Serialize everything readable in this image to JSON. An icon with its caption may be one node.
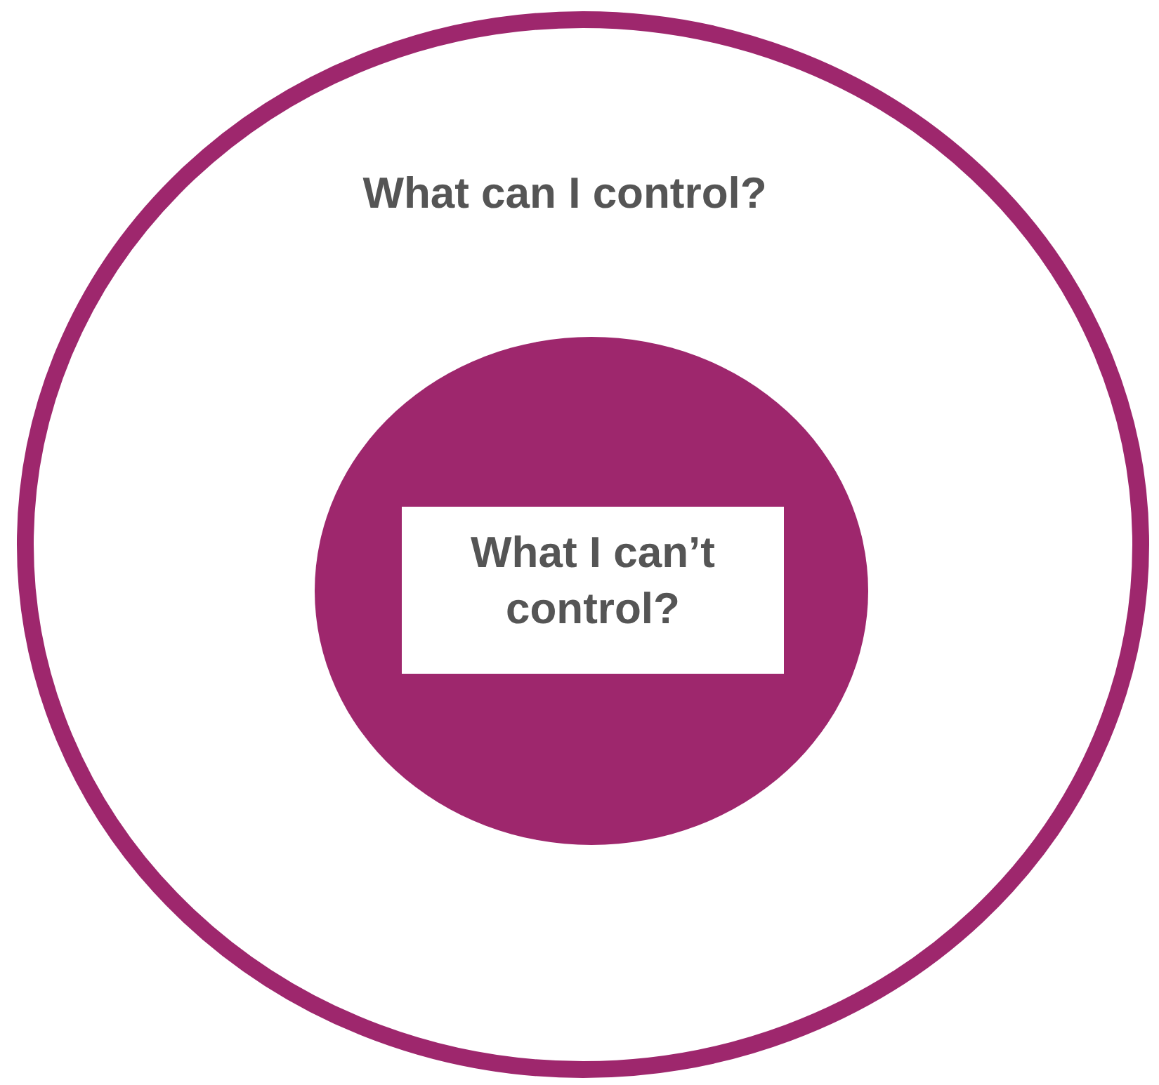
{
  "diagram": {
    "nodes": [
      {
        "text": [
          "What can I control?"
        ]
      },
      {
        "text": [],
        "shape": "circle",
        "in": 0
      },
      {
        "text": [
          "What I can’t control?"
        ],
        "in": 1
      }
    ]
  }
}
